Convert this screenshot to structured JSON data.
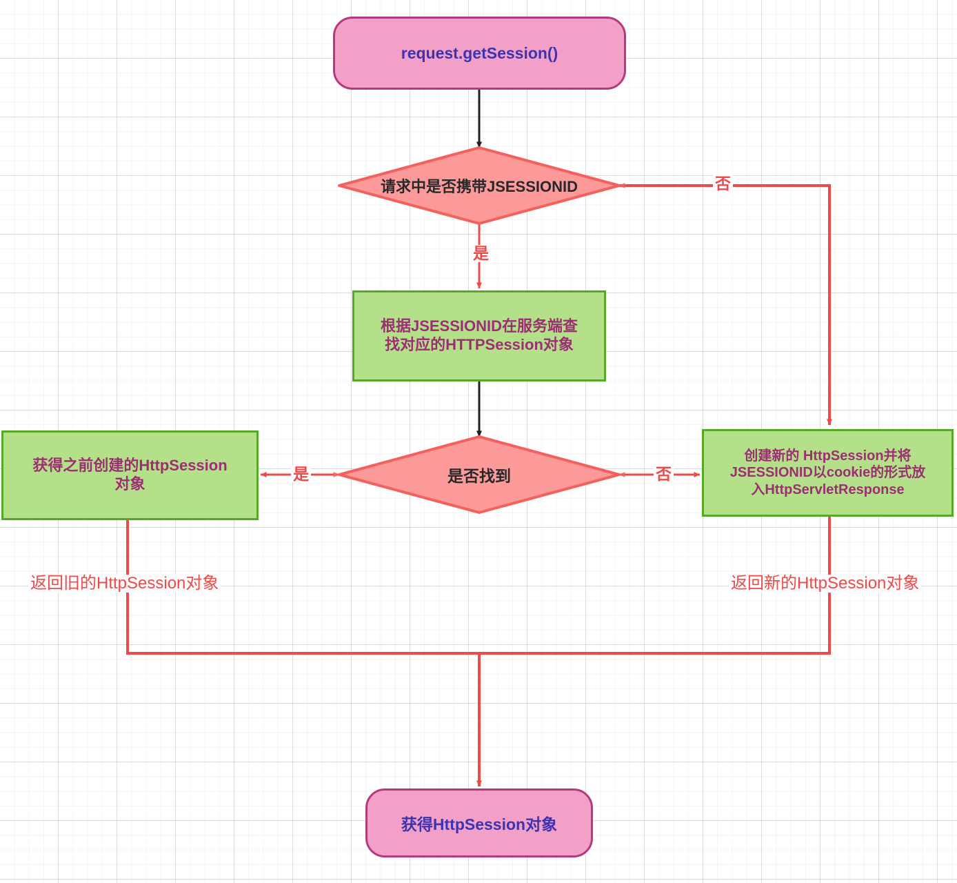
{
  "diagram": {
    "title": "request.getSession() HttpSession flowchart",
    "colors": {
      "terminator_fill": "#f3a0c8",
      "terminator_stroke": "#b5397e",
      "terminator_text": "#3b33b0",
      "process_fill": "#b4e08a",
      "process_stroke": "#56a829",
      "process_text": "#9c2f74",
      "decision_fill": "#fb9a98",
      "decision_stroke": "#f4605e",
      "decision_text": "#27282c",
      "edge_red": "#ef4a4a",
      "edge_black": "#1f1f1f",
      "background": "#ffffff",
      "grid": "#e2e2e2"
    },
    "nodes": {
      "start": {
        "label": "request.getSession()",
        "shape": "terminator"
      },
      "decision_has_jsessionid": {
        "label": "请求中是否携带JSESSIONID",
        "shape": "decision"
      },
      "process_lookup": {
        "line1": "根据JSESSIONID在服务端查",
        "line2": "找对应的HTTPSession对象",
        "shape": "process"
      },
      "decision_found": {
        "label": "是否找到",
        "shape": "decision"
      },
      "process_old_session": {
        "line1": "获得之前创建的HttpSession",
        "line2": "对象",
        "shape": "process"
      },
      "process_new_session": {
        "line1": "创建新的 HttpSession并将",
        "line2": "JSESSIONID以cookie的形式放",
        "line3": "入HttpServletResponse",
        "shape": "process"
      },
      "end": {
        "label": "获得HttpSession对象",
        "shape": "terminator"
      }
    },
    "edge_labels": {
      "no_top": "否",
      "yes_top": "是",
      "yes_found": "是",
      "no_found": "否",
      "return_old": "返回旧的HttpSession对象",
      "return_new": "返回新的HttpSession对象"
    }
  },
  "chart_data": {
    "type": "flowchart",
    "title": "request.getSession() 流程图",
    "nodes": [
      {
        "id": "start",
        "type": "terminator",
        "text": "request.getSession()"
      },
      {
        "id": "d1",
        "type": "decision",
        "text": "请求中是否携带JSESSIONID"
      },
      {
        "id": "p1",
        "type": "process",
        "text": "根据JSESSIONID在服务端查找对应的HTTPSession对象"
      },
      {
        "id": "d2",
        "type": "decision",
        "text": "是否找到"
      },
      {
        "id": "p2",
        "type": "process",
        "text": "获得之前创建的HttpSession对象"
      },
      {
        "id": "p3",
        "type": "process",
        "text": "创建新的 HttpSession并将JSESSIONID以cookie的形式放入HttpServletResponse"
      },
      {
        "id": "end",
        "type": "terminator",
        "text": "获得HttpSession对象"
      }
    ],
    "edges": [
      {
        "from": "start",
        "to": "d1",
        "label": ""
      },
      {
        "from": "d1",
        "to": "p3",
        "label": "否"
      },
      {
        "from": "d1",
        "to": "p1",
        "label": "是"
      },
      {
        "from": "p1",
        "to": "d2",
        "label": ""
      },
      {
        "from": "d2",
        "to": "p2",
        "label": "是"
      },
      {
        "from": "d2",
        "to": "p3",
        "label": "否"
      },
      {
        "from": "p2",
        "to": "end",
        "label": "返回旧的HttpSession对象"
      },
      {
        "from": "p3",
        "to": "end",
        "label": "返回新的HttpSession对象"
      }
    ]
  }
}
